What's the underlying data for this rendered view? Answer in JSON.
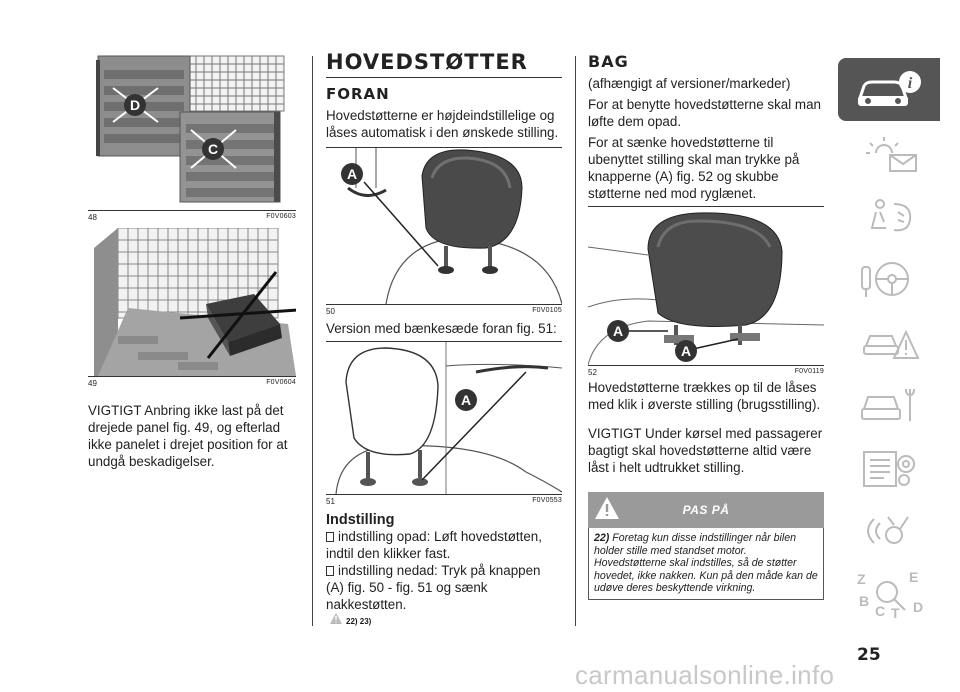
{
  "col1": {
    "fig48": {
      "num": "48",
      "code": "F0V0603",
      "labels": [
        "D",
        "C"
      ]
    },
    "fig49": {
      "num": "49",
      "code": "F0V0604"
    },
    "warning_text": "VIGTIGT Anbring ikke last på det drejede panel fig. 49, og efterlad ikke panelet i drejet position for at undgå beskadigelser."
  },
  "col2": {
    "title": "HOVEDSTØTTER",
    "subtitle": "FORAN",
    "intro": "Hovedstøtterne er højdeindstillelige og låses automatisk i den ønskede stilling.",
    "fig50": {
      "num": "50",
      "code": "F0V0105",
      "label": "A"
    },
    "version_text": "Version med bænkesæde foran fig. 51:",
    "fig51": {
      "num": "51",
      "code": "F0V0553",
      "label": "A"
    },
    "adjust_heading": "Indstilling",
    "bullets": [
      "indstilling opad: Løft hovedstøtten, indtil den klikker fast.",
      "indstilling nedad: Tryk på knappen (A) fig. 50 - fig. 51 og sænk nakkestøtten."
    ],
    "refs": "22) 23)"
  },
  "col3": {
    "subtitle": "BAG",
    "note": "(afhængigt af versioner/markeder)",
    "p1": "For at benytte hovedstøtterne skal man løfte dem opad.",
    "p2": "For at sænke hovedstøtterne til ubenyttet stilling skal man trykke på knapperne (A) fig. 52 og skubbe støtterne ned mod ryglænet.",
    "fig52": {
      "num": "52",
      "code": "F0V0119",
      "labels": [
        "A",
        "A"
      ]
    },
    "p3": "Hovedstøtterne trækkes op til de låses med klik i øverste stilling (brugsstilling).",
    "p4": "VIGTIGT Under kørsel med passagerer bagtigt skal hovedstøtterne altid være låst i helt udtrukket stilling.",
    "warning": {
      "title": "PAS PÅ",
      "num": "22)",
      "text": "Foretag kun disse indstillinger når bilen holder stille med standset motor. Hovedstøtterne skal indstilles, så de støtter hovedet, ikke nakken. Kun på den måde kan de udøve deres beskyttende virkning."
    }
  },
  "sidebar": {
    "items": [
      {
        "name": "car-info-icon",
        "active": true
      },
      {
        "name": "dashboard-lights-icon"
      },
      {
        "name": "safety-airbag-icon"
      },
      {
        "name": "steering-key-icon"
      },
      {
        "name": "emergency-icon"
      },
      {
        "name": "maintenance-icon"
      },
      {
        "name": "technical-data-icon"
      },
      {
        "name": "multimedia-icon"
      },
      {
        "name": "index-icon",
        "letters": [
          "Z",
          "E",
          "B",
          "C",
          "T",
          "D"
        ]
      }
    ]
  },
  "page_number": "25",
  "watermark": "carmanualsonline.info"
}
